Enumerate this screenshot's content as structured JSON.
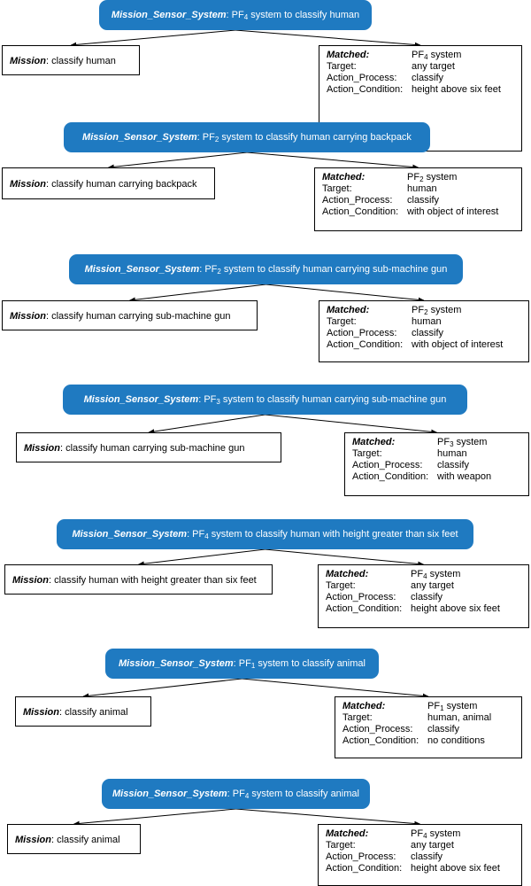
{
  "blocks": [
    {
      "header_label": "Mission_Sensor_System",
      "header_pre": ": PF",
      "header_sub": "4",
      "header_post": " system to classify human",
      "mission_label": "Mission",
      "mission_text": ": classify human",
      "matched_label": "Matched:",
      "matched_pre": "PF",
      "matched_sub": "4",
      "matched_post": " system",
      "target_key": "Target:",
      "target_val": "any target",
      "process_key": "Action_Process:",
      "process_val": "classify",
      "condition_key": "Action_Condition:",
      "condition_val": "height above six feet"
    },
    {
      "header_label": "Mission_Sensor_System",
      "header_pre": ": PF",
      "header_sub": "2",
      "header_post": " system to classify human carrying backpack",
      "mission_label": "Mission",
      "mission_text": ": classify human carrying backpack",
      "matched_label": "Matched:",
      "matched_pre": "PF",
      "matched_sub": "2",
      "matched_post": " system",
      "target_key": "Target:",
      "target_val": "human",
      "process_key": "Action_Process:",
      "process_val": "classify",
      "condition_key": "Action_Condition:",
      "condition_val": "with object of interest"
    },
    {
      "header_label": "Mission_Sensor_System",
      "header_pre": ": PF",
      "header_sub": "2",
      "header_post": " system to classify human carrying sub-machine gun",
      "mission_label": "Mission",
      "mission_text": ": classify human carrying sub-machine gun",
      "matched_label": "Matched:",
      "matched_pre": "PF",
      "matched_sub": "2",
      "matched_post": " system",
      "target_key": "Target:",
      "target_val": "human",
      "process_key": "Action_Process:",
      "process_val": "classify",
      "condition_key": "Action_Condition:",
      "condition_val": "with object of interest"
    },
    {
      "header_label": "Mission_Sensor_System",
      "header_pre": ": PF",
      "header_sub": "3",
      "header_post": " system to classify human carrying sub-machine gun",
      "mission_label": "Mission",
      "mission_text": ": classify human carrying sub-machine gun",
      "matched_label": "Matched:",
      "matched_pre": "PF",
      "matched_sub": "3",
      "matched_post": " system",
      "target_key": "Target:",
      "target_val": "human",
      "process_key": "Action_Process:",
      "process_val": "classify",
      "condition_key": "Action_Condition:",
      "condition_val": "with weapon"
    },
    {
      "header_label": "Mission_Sensor_System",
      "header_pre": ": PF",
      "header_sub": "4",
      "header_post": " system to classify human with height greater than six feet",
      "mission_label": "Mission",
      "mission_text": ": classify human with height greater than six feet",
      "matched_label": "Matched:",
      "matched_pre": "PF",
      "matched_sub": "4",
      "matched_post": " system",
      "target_key": "Target:",
      "target_val": "any target",
      "process_key": "Action_Process:",
      "process_val": "classify",
      "condition_key": "Action_Condition:",
      "condition_val": "height above six feet"
    },
    {
      "header_label": "Mission_Sensor_System",
      "header_pre": ": PF",
      "header_sub": "1",
      "header_post": " system to classify animal",
      "mission_label": "Mission",
      "mission_text": ": classify animal",
      "matched_label": "Matched:",
      "matched_pre": "PF",
      "matched_sub": "1",
      "matched_post": " system",
      "target_key": "Target:",
      "target_val": "human, animal",
      "process_key": "Action_Process:",
      "process_val": "classify",
      "condition_key": "Action_Condition:",
      "condition_val": "no conditions"
    },
    {
      "header_label": "Mission_Sensor_System",
      "header_pre": ": PF",
      "header_sub": "4",
      "header_post": " system to classify animal",
      "mission_label": "Mission",
      "mission_text": ": classify animal",
      "matched_label": "Matched:",
      "matched_pre": "PF",
      "matched_sub": "4",
      "matched_post": " system",
      "target_key": "Target:",
      "target_val": "any target",
      "process_key": "Action_Process:",
      "process_val": "classify",
      "condition_key": "Action_Condition:",
      "condition_val": "height above six feet"
    }
  ]
}
